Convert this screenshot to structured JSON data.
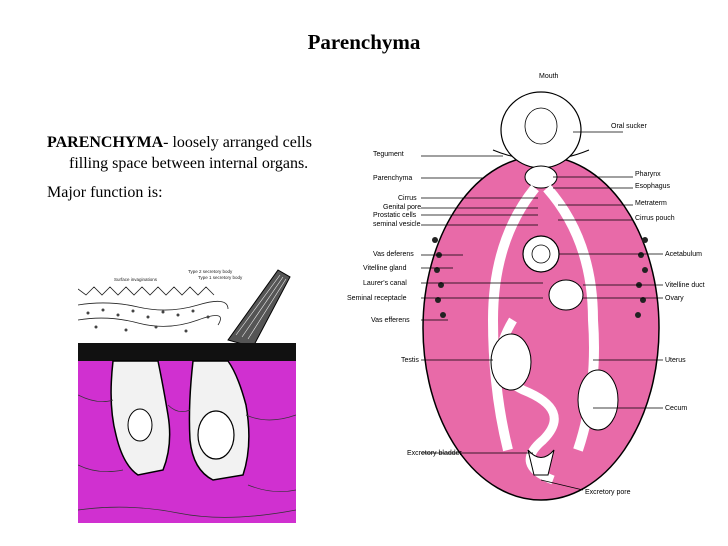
{
  "slide": {
    "title": "Parenchyma",
    "term": "PARENCHYMA",
    "definition_rest": "- loosely arranged cells filling space between internal organs.",
    "major_function": "Major function is:"
  },
  "left_figure": {
    "labels": {
      "surface": "Surface invaginations",
      "type2": "Type 2 secretory body",
      "type1": "Type 1 secretory body"
    }
  },
  "right_figure": {
    "labels_left": [
      "Tegument",
      "Parenchyma",
      "Cirrus",
      "Genital pore",
      "Prostatic cells",
      "seminal vesicle",
      "Vas deferens",
      "Vitelline gland",
      "Laurer's canal",
      "Seminal receptacle",
      "Vas efferens",
      "Testis",
      "Excretory bladder"
    ],
    "labels_right": [
      "Mouth",
      "Oral sucker",
      "Pharynx",
      "Esophagus",
      "Metraterm",
      "Cirrus pouch",
      "Acetabulum",
      "Vitelline duct",
      "Ovary",
      "Uterus",
      "Cecum",
      "Excretory pore"
    ]
  },
  "colors": {
    "parenchyma_pink": "#e86aa8",
    "tissue_magenta": "#d030d0"
  }
}
